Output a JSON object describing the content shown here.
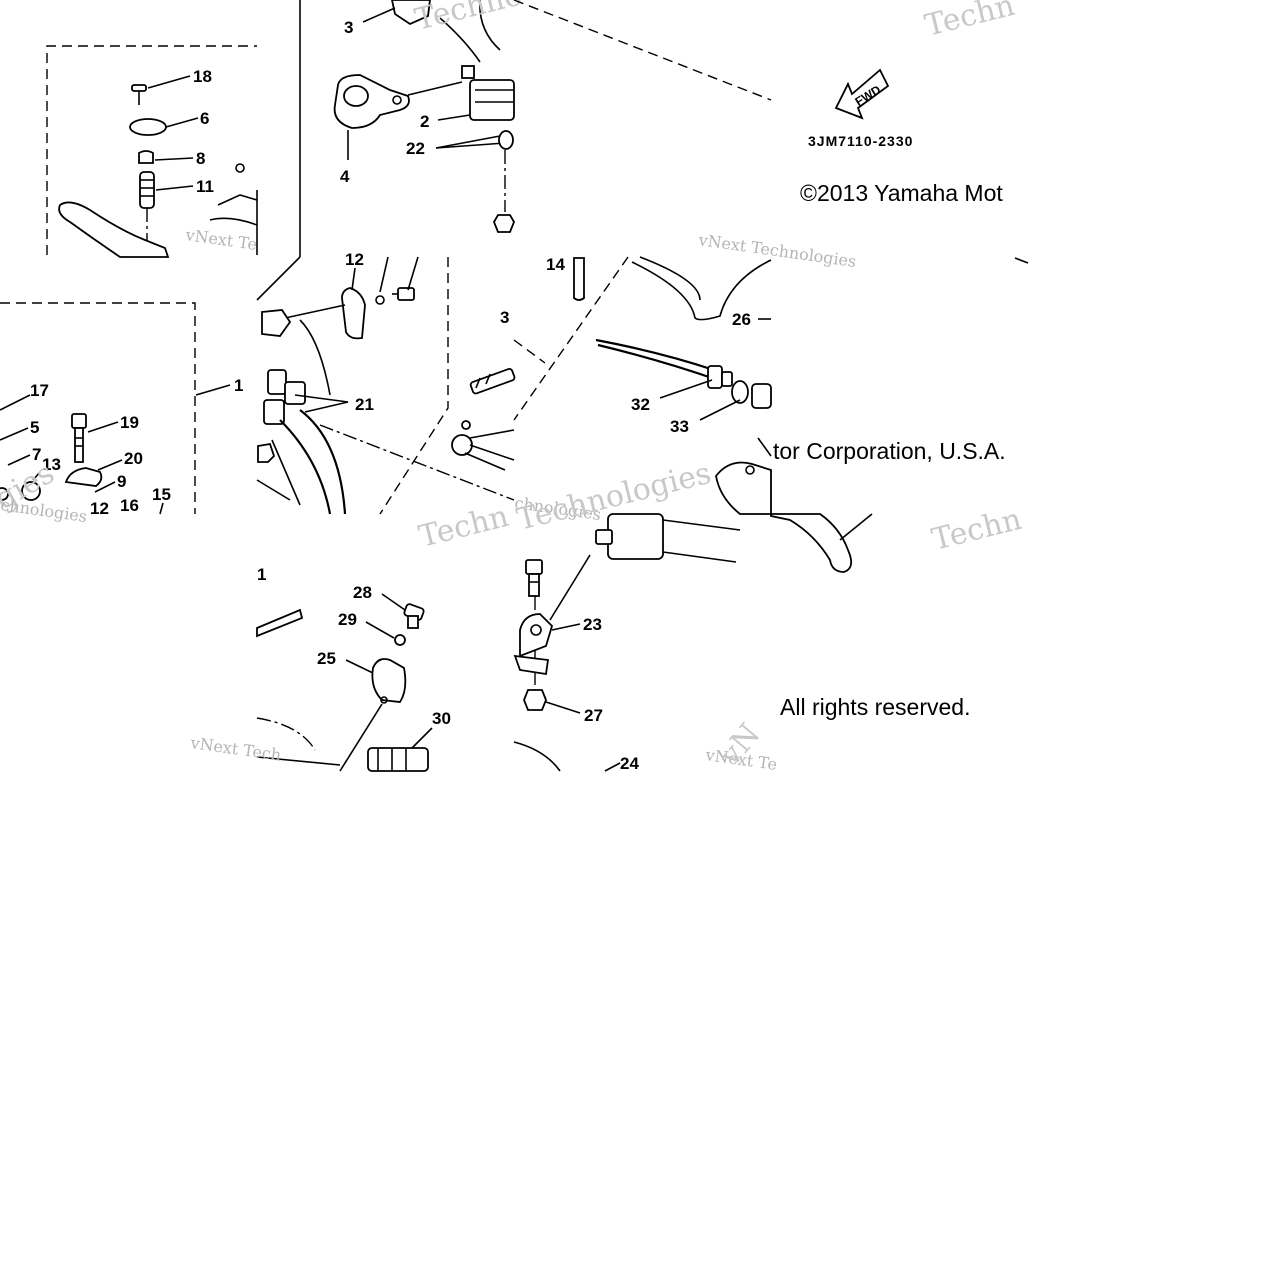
{
  "diagram": {
    "fwd_label": "FWD",
    "part_code": "3JM7110-2330",
    "copyright_line1_part_a": "©2013 Yamaha Mot",
    "copyright_line1_part_b": "tor Corporation, U.S.A.",
    "copyright_line2": "All rights reserved.",
    "watermarks": {
      "techno": "Techno",
      "techn": "Techn",
      "technologies": "Technologies",
      "vnext_te": "vNext Te",
      "vnext_tech": "vNext Tech",
      "vnext_technologies": "vNext Technologies",
      "vn": "vN",
      "next": "Next",
      "gies": "gies",
      "ologies": "ologies",
      "chnologies": "chnologies"
    },
    "callouts": {
      "c1": "1",
      "c2": "2",
      "c3": "3",
      "c4": "4",
      "c5": "5",
      "c6": "6",
      "c7": "7",
      "c8": "8",
      "c9": "9",
      "c11": "11",
      "c12": "12",
      "c13": "13",
      "c14": "14",
      "c15": "15",
      "c16": "16",
      "c17": "17",
      "c18": "18",
      "c19": "19",
      "c20": "20",
      "c21": "21",
      "c22": "22",
      "c23": "23",
      "c24": "24",
      "c25": "25",
      "c26": "26",
      "c27": "27",
      "c28": "28",
      "c29": "29",
      "c30": "30",
      "c32": "32",
      "c33": "33"
    }
  }
}
